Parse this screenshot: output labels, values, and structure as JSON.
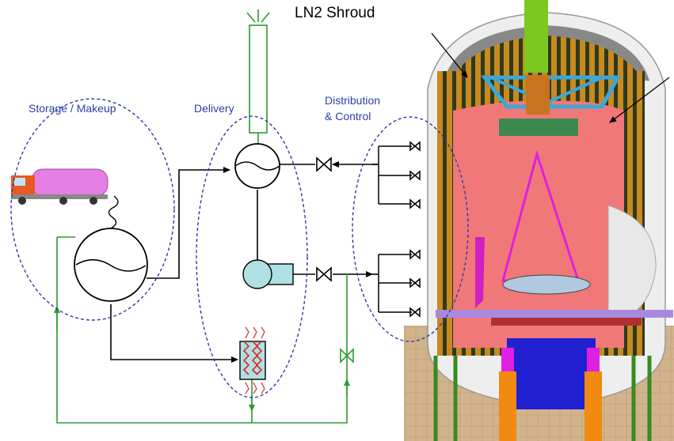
{
  "labels": {
    "shroud": "LN2 Shroud",
    "storage": "Storage / Makeup",
    "delivery": "Delivery",
    "distribution_line1": "Distribution",
    "distribution_line2": "& Control"
  },
  "colors": {
    "group_outline": "#2e3aa8",
    "process_line": "#000000",
    "return_line": "#2f9a2f",
    "label_text": "#2b3fa8",
    "chamber_interior": "#f07878",
    "shroud_stripes": "#c88a1e",
    "truck_tank": "#e67ee6",
    "pump": "#aee0e4",
    "heater": "#aee0e4",
    "heater_coil": "#e02828"
  },
  "icons": [
    "tank-icon",
    "truck-icon",
    "phase-separator-icon",
    "pump-icon",
    "heater-icon",
    "valve-icon",
    "vent-icon"
  ]
}
